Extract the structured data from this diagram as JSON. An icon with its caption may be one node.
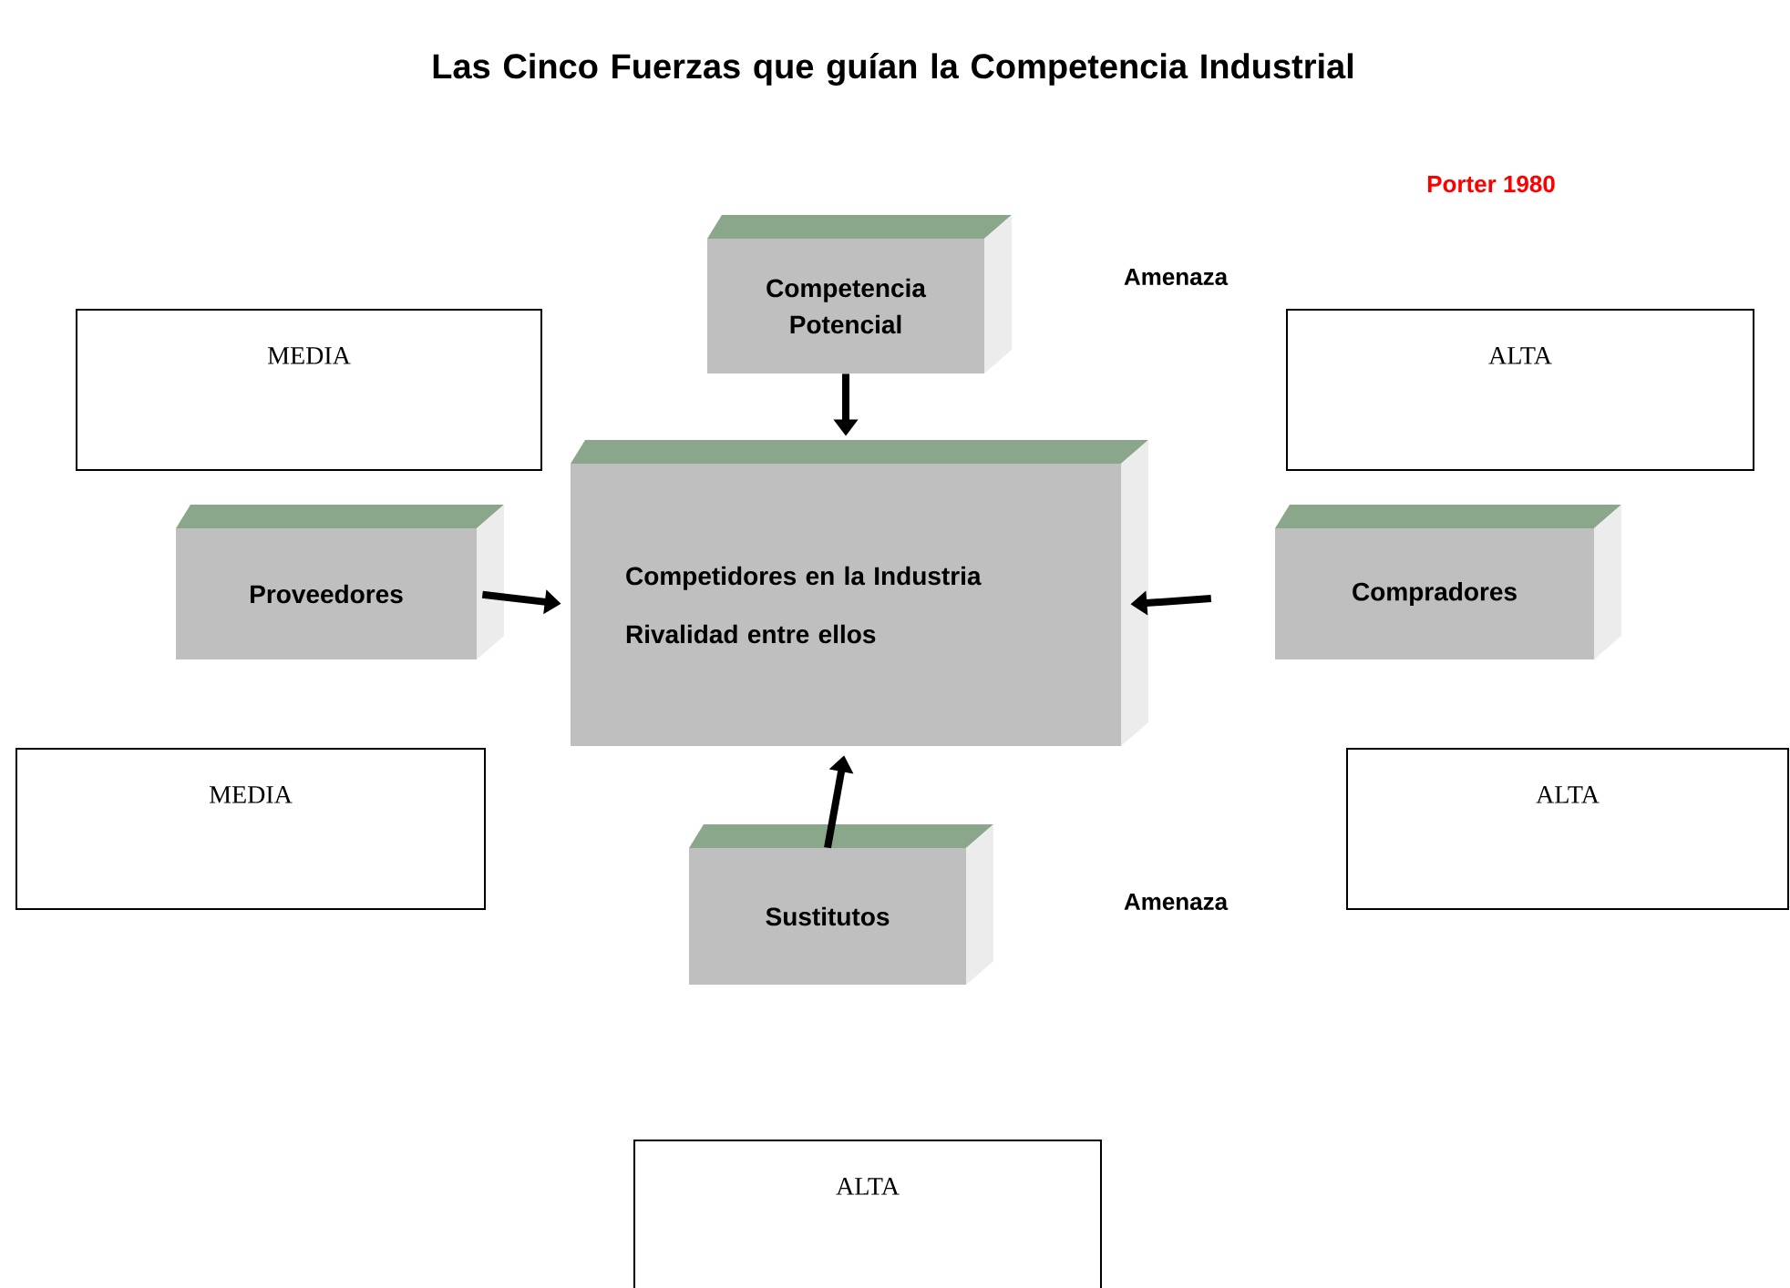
{
  "diagram": {
    "title": "Las Cinco Fuerzas que guían la Competencia Industrial",
    "nodes": [
      {
        "text": [
          "Competencia Potencial"
        ]
      },
      {
        "text": [
          "Competidores en la Industria",
          "Rivalidad entre ellos"
        ]
      },
      {
        "text": [
          "Proveedores"
        ]
      },
      {
        "text": [
          "Compradores"
        ]
      },
      {
        "text": [
          "Sustitutos"
        ]
      },
      {
        "text": [
          "MEDIA"
        ]
      },
      {
        "text": [
          "ALTA"
        ]
      },
      {
        "text": [
          "MEDIA"
        ]
      },
      {
        "text": [
          "ALTA"
        ]
      },
      {
        "text": [
          "ALTA"
        ]
      }
    ],
    "edges": [
      {
        "from": 0,
        "to": 1,
        "arrow": "to"
      },
      {
        "from": 2,
        "to": 1,
        "arrow": "to"
      },
      {
        "from": 3,
        "to": 1,
        "arrow": "to"
      },
      {
        "from": 4,
        "to": 1,
        "arrow": "to"
      }
    ],
    "labels": [
      "Porter 1980",
      "Amenaza",
      "Amenaza"
    ]
  }
}
